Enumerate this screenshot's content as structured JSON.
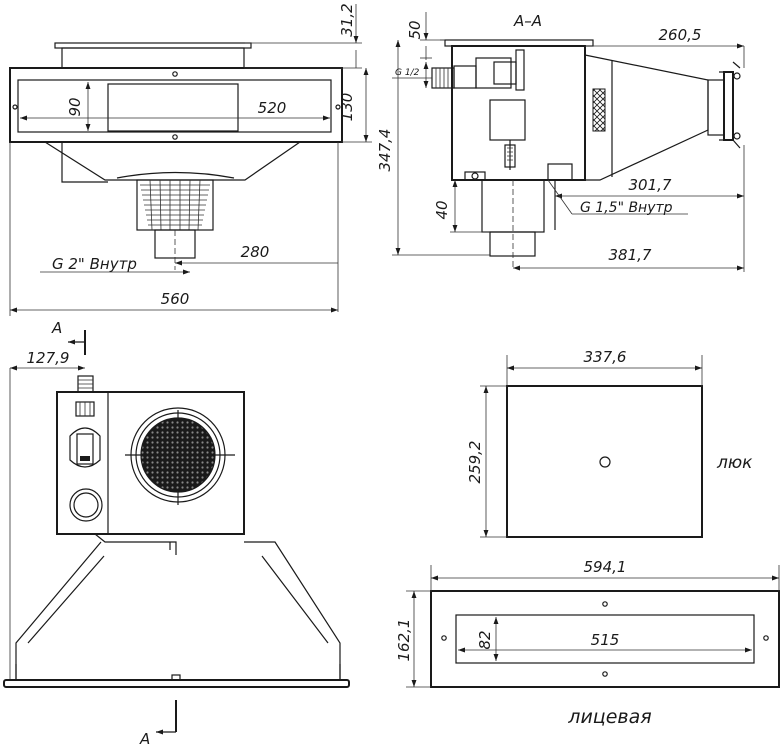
{
  "front_view": {
    "dim_height_top": "31,2",
    "dim_height_panel": "130",
    "dim_opening_height": "90",
    "dim_opening_width": "520",
    "dim_pipe_offset": "280",
    "dim_total_width": "560",
    "label_outlet": "G 2\" Внутр"
  },
  "section_view": {
    "title": "А–А",
    "dim_top": "50",
    "dim_inlet": "G 1/2",
    "dim_body_height": "347,4",
    "dim_pipe_len": "40",
    "dim_depth": "260,5",
    "dim_mid": "301,7",
    "dim_total": "381,7",
    "label_thread": "G 1,5\" Внутр"
  },
  "plan_view": {
    "section_mark": "А",
    "dim_offset": "127,9"
  },
  "hatch": {
    "dim_width": "337,6",
    "dim_height": "259,2",
    "label": "люк"
  },
  "faceplate": {
    "dim_width": "594,1",
    "dim_height": "162,1",
    "dim_opening_height": "82",
    "dim_opening_width": "515",
    "label": "лицевая"
  }
}
